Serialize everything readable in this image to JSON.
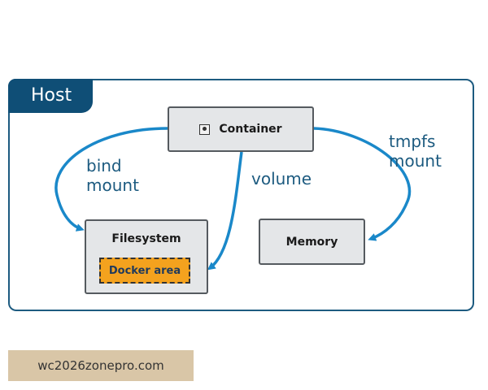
{
  "host": {
    "label": "Host"
  },
  "container": {
    "label": "Container",
    "icon": "container-icon"
  },
  "filesystem": {
    "label": "Filesystem",
    "docker_area": "Docker area"
  },
  "memory": {
    "label": "Memory"
  },
  "mounts": {
    "bind": [
      "bind",
      "mount"
    ],
    "volume": "volume",
    "tmpfs": [
      "tmpfs",
      "mount"
    ]
  },
  "colors": {
    "accent": "#1d5b80",
    "host_tab": "#0f4e76",
    "arrow": "#1a88c9",
    "docker_area": "#f4a21e",
    "box_fill": "#e4e6e8"
  },
  "watermark": "wc2026zonepro.com"
}
